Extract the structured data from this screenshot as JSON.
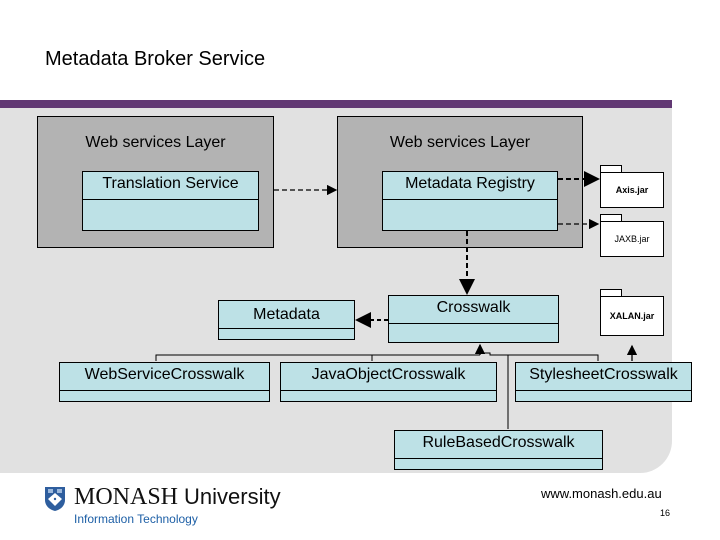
{
  "slide": {
    "title": "Metadata Broker Service",
    "accent_color": "#613873",
    "footer": {
      "logo_main": "MONASH",
      "logo_university": "University",
      "logo_subtitle": "Information Technology",
      "url": "www.monash.edu.au",
      "page_number": "16"
    }
  },
  "diagram": {
    "layers": [
      {
        "label": "Web services Layer"
      },
      {
        "label": "Web services Layer"
      }
    ],
    "classes": {
      "translation_service": "Translation Service",
      "metadata_registry": "Metadata Registry",
      "metadata": "Metadata",
      "crosswalk": "Crosswalk",
      "web_service_crosswalk": "WebServiceCrosswalk",
      "java_object_crosswalk": "JavaObjectCrosswalk",
      "stylesheet_crosswalk": "StylesheetCrosswalk",
      "rule_based_crosswalk": "RuleBasedCrosswalk"
    },
    "packages": {
      "axis": "Axis.jar",
      "jaxb": "JAXB.jar",
      "xalan": "XALAN.jar"
    },
    "colors": {
      "class_fill": "#bde1e6",
      "layer_fill": "#b3b3b3",
      "panel_fill": "#e1e1e1"
    }
  }
}
